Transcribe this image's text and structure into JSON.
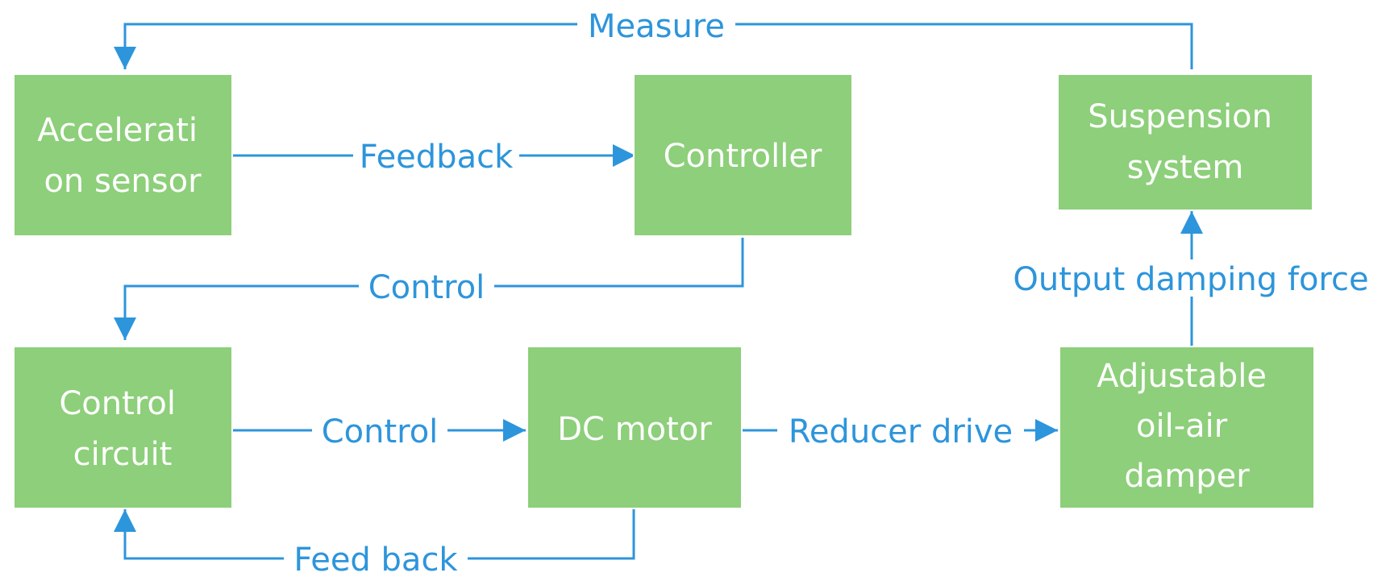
{
  "colors": {
    "box_fill": "#8DCF7A",
    "box_text": "#FFFFFF",
    "connector": "#2D95DB",
    "background": "#FFFFFF"
  },
  "nodes": {
    "acceleration_sensor": {
      "lines": [
        "Accelerati",
        "on sensor"
      ]
    },
    "controller": {
      "lines": [
        "Controller"
      ]
    },
    "suspension_system": {
      "lines": [
        "Suspension",
        "system"
      ]
    },
    "control_circuit": {
      "lines": [
        "Control",
        "circuit"
      ]
    },
    "dc_motor": {
      "lines": [
        "DC motor"
      ]
    },
    "adjustable_damper": {
      "lines": [
        "Adjustable",
        "oil-air",
        "damper"
      ]
    }
  },
  "edges": {
    "measure": {
      "label": "Measure",
      "from": "suspension_system",
      "to": "acceleration_sensor"
    },
    "feedback_sensor": {
      "label": "Feedback",
      "from": "acceleration_sensor",
      "to": "controller"
    },
    "control_controller": {
      "label": "Control",
      "from": "controller",
      "to": "control_circuit"
    },
    "control_circuit_motor": {
      "label": "Control",
      "from": "control_circuit",
      "to": "dc_motor"
    },
    "reducer_drive": {
      "label": "Reducer drive",
      "from": "dc_motor",
      "to": "adjustable_damper"
    },
    "output_damping": {
      "label": "Output damping force",
      "from": "adjustable_damper",
      "to": "suspension_system"
    },
    "feedback_motor": {
      "label": "Feed back",
      "from": "dc_motor",
      "to": "control_circuit"
    }
  }
}
